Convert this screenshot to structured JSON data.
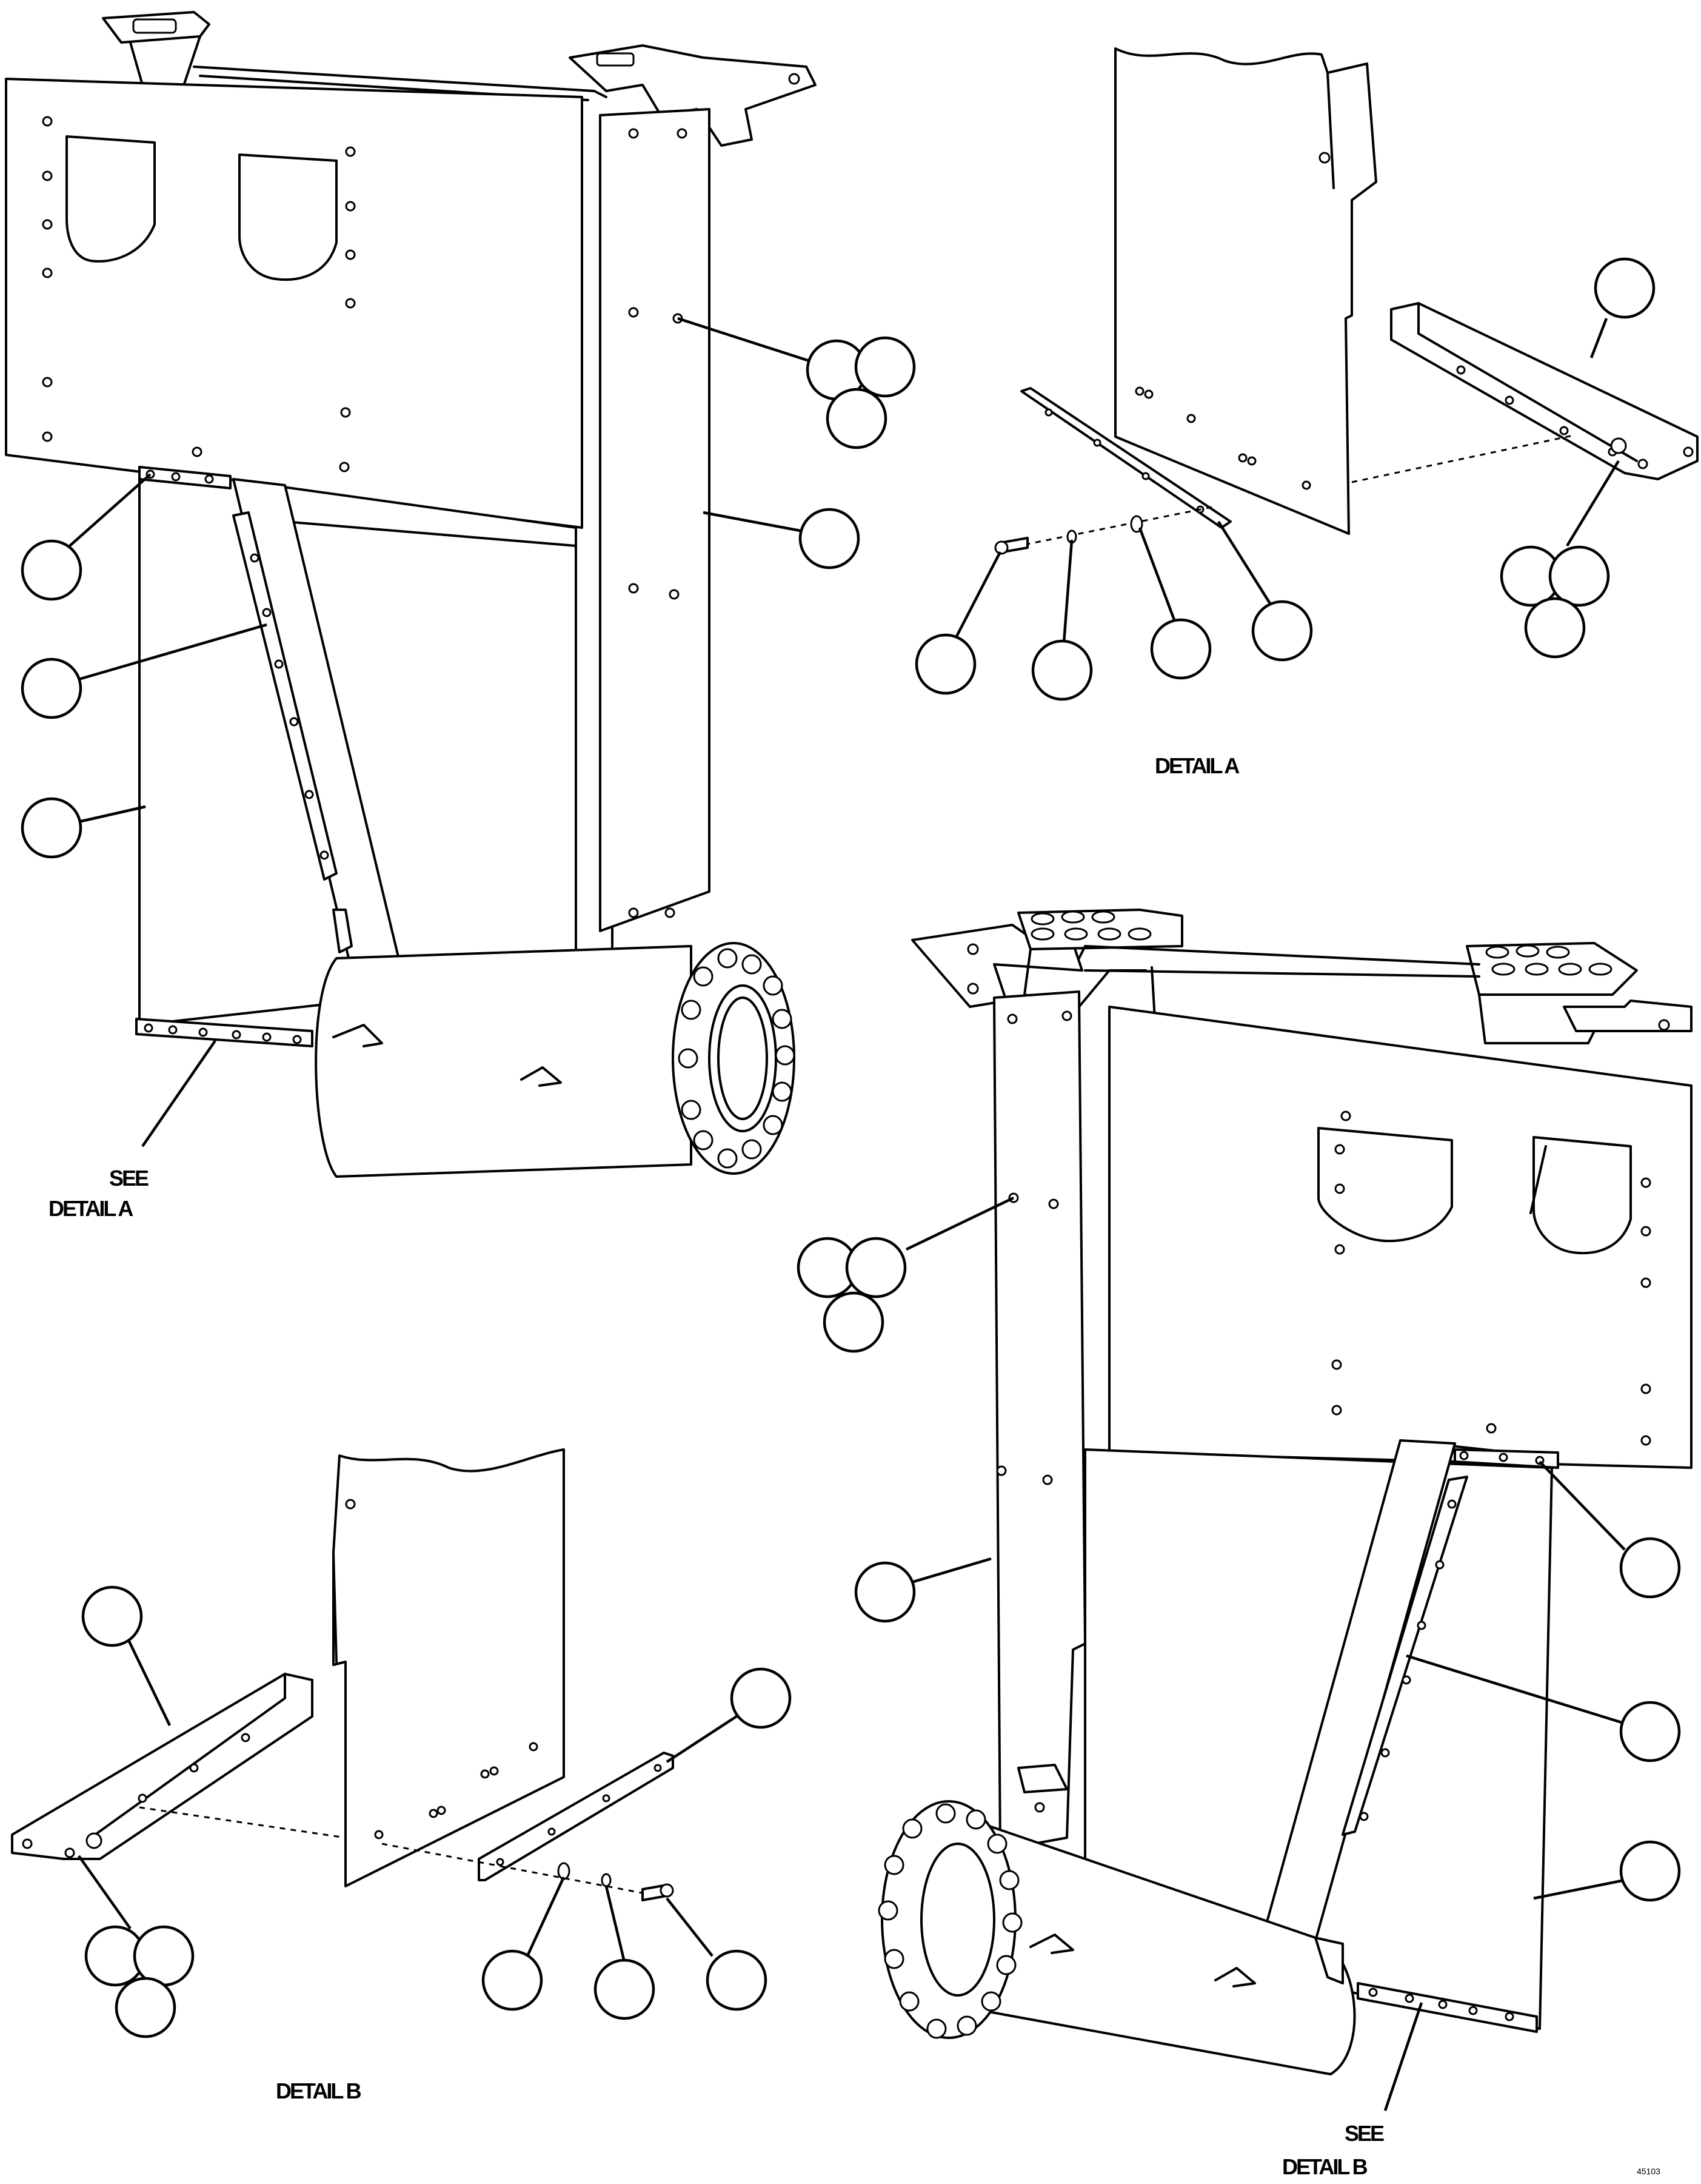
{
  "labels": {
    "see_top": "SEE",
    "detail_a_ref": "DETAIL A",
    "detail_a_title": "DETAIL A",
    "detail_b_title": "DETAIL B",
    "see_bottom": "SEE",
    "detail_b_ref": "DETAIL B",
    "drawing_number": "45103"
  }
}
